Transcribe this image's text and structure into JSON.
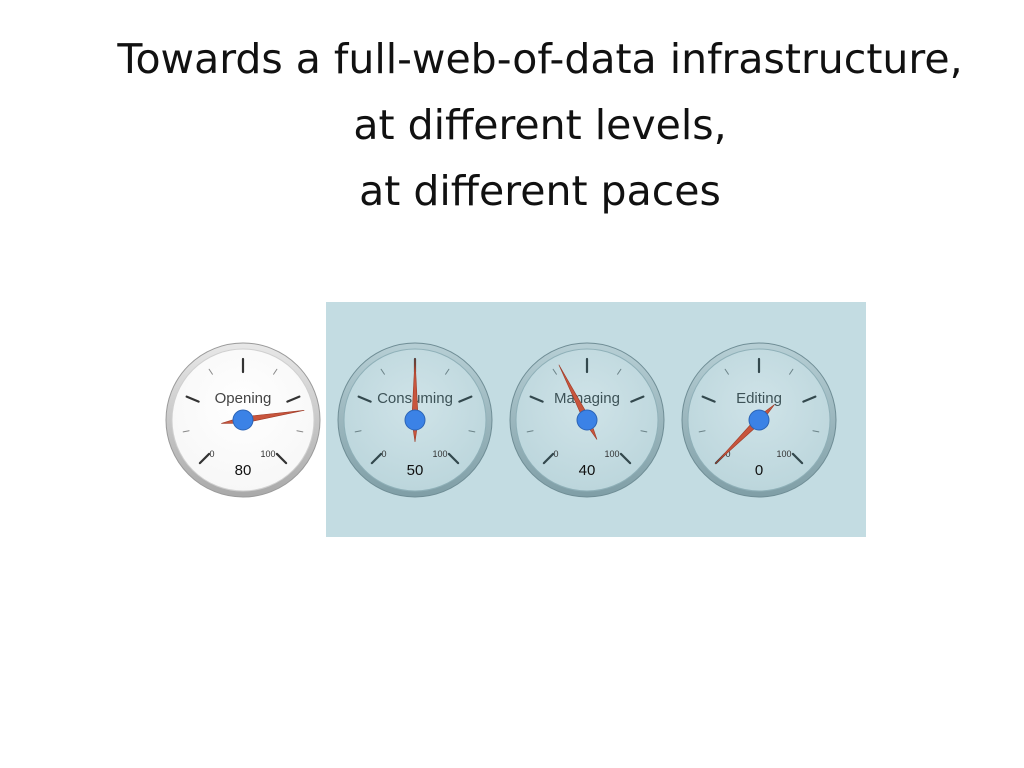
{
  "slide": {
    "title_lines": [
      "Towards a full-web-of-data infrastructure,",
      "at different levels,",
      "at different paces"
    ]
  },
  "gauges": [
    {
      "label": "Opening",
      "value": 80,
      "min": 0,
      "max": 100,
      "min_label": "0",
      "max_label": "100",
      "value_label": "80",
      "highlighted": false
    },
    {
      "label": "Consuming",
      "value": 50,
      "min": 0,
      "max": 100,
      "min_label": "0",
      "max_label": "100",
      "value_label": "50",
      "highlighted": true
    },
    {
      "label": "Managing",
      "value": 40,
      "min": 0,
      "max": 100,
      "min_label": "0",
      "max_label": "100",
      "value_label": "40",
      "highlighted": true
    },
    {
      "label": "Editing",
      "value": 0,
      "min": 0,
      "max": 100,
      "min_label": "0",
      "max_label": "100",
      "value_label": "0",
      "highlighted": true
    }
  ],
  "colors": {
    "panel": "#c3dce2",
    "needle": "#c8553d",
    "hub": "#3b82e6",
    "face_plain": "#f7f7f7",
    "face_highlighted": "#bcd6dc"
  }
}
